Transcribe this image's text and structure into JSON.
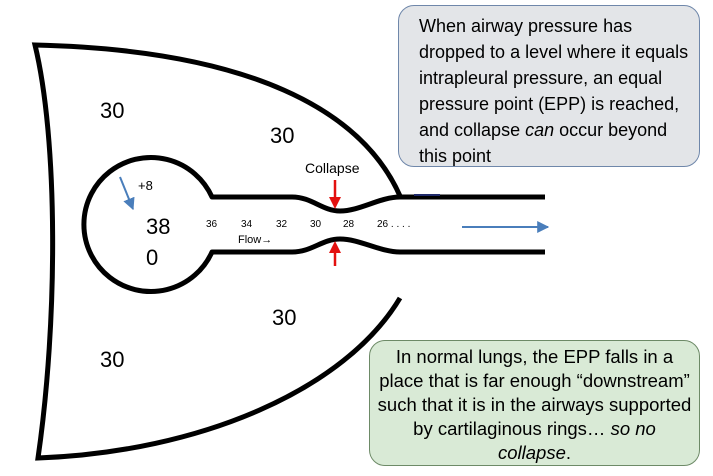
{
  "pressures": {
    "upper_left": "30",
    "upper_right": "30",
    "lower_left": "30",
    "lower_right": "30",
    "alveolar": "38",
    "alveolar_zero": "0",
    "recoil": "+8"
  },
  "labels": {
    "collapse": "Collapse",
    "flow": "Flow",
    "flow_arrow": "→"
  },
  "airway_pressures": [
    "36",
    "34",
    "32",
    "30",
    "28",
    "26 . . . ."
  ],
  "callout_epp": {
    "before_italic": "When airway pressure has dropped to a level where it equals intrapleural pressure, an equal pressure point (EPP) is reached, and collapse ",
    "italic": "can",
    "after_italic": " occur beyond this point"
  },
  "callout_normal": {
    "before_italic": "In normal lungs, the EPP falls in a place that is far enough “downstream” such that it is in the airways supported by cartilaginous rings… ",
    "italic": "so no collapse",
    "after_italic": "."
  },
  "colors": {
    "outline": "#000000",
    "arrow_blue": "#4a7ebb",
    "arrow_red": "#e3100f",
    "callout_epp_fill": "#e3e5e8",
    "callout_epp_border": "#6f87aa",
    "callout_normal_fill": "#d9ead6",
    "callout_normal_border": "#6d8a67"
  }
}
